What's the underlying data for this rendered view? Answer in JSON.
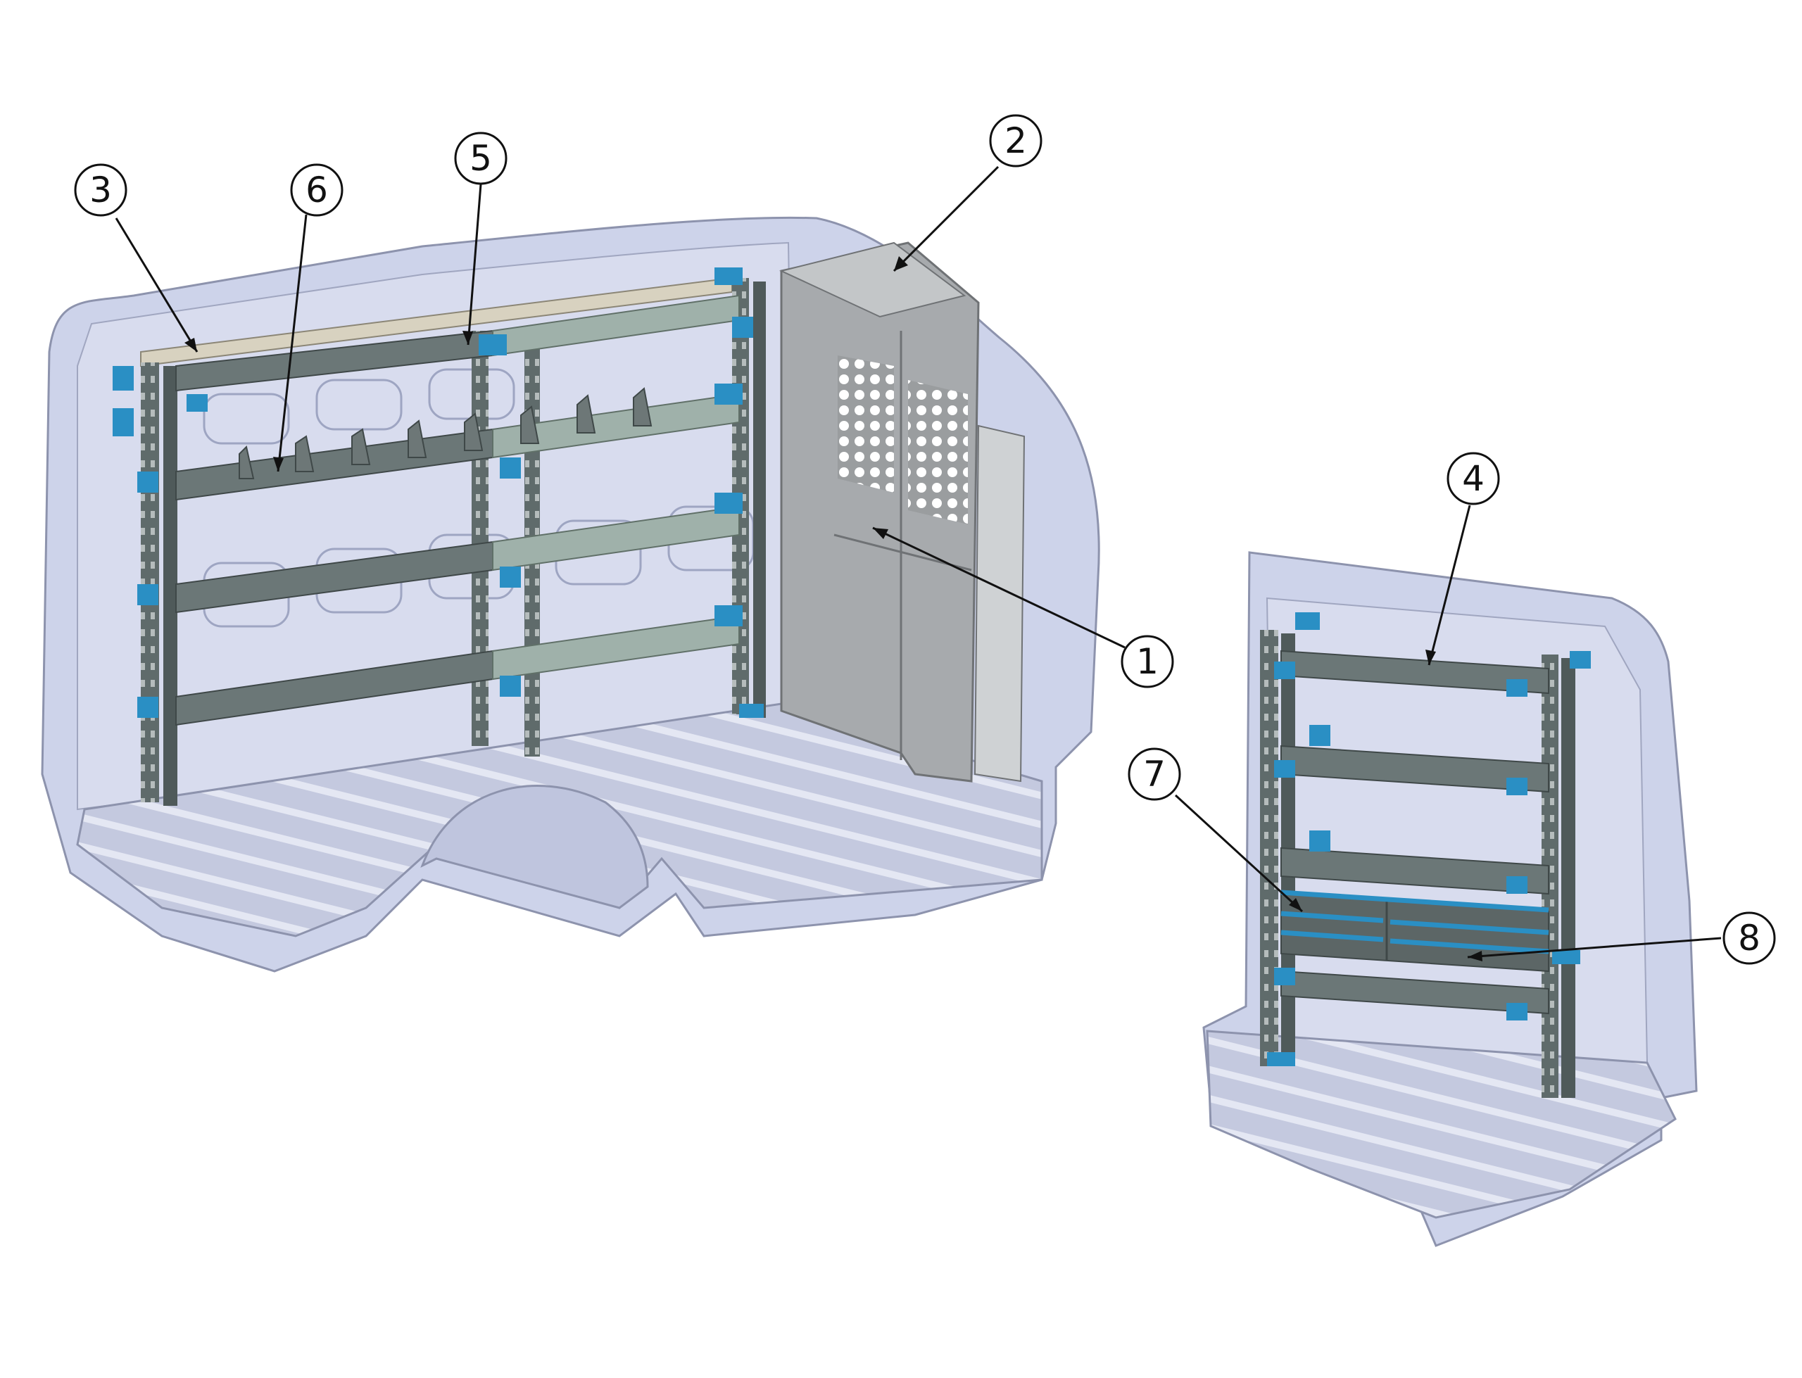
{
  "callouts": [
    {
      "id": "1",
      "label": "1"
    },
    {
      "id": "2",
      "label": "2"
    },
    {
      "id": "3",
      "label": "3"
    },
    {
      "id": "4",
      "label": "4"
    },
    {
      "id": "5",
      "label": "5"
    },
    {
      "id": "6",
      "label": "6"
    },
    {
      "id": "7",
      "label": "7"
    },
    {
      "id": "8",
      "label": "8"
    }
  ],
  "colors": {
    "van_body": "#c9cfe6",
    "van_outline": "#8d93ad",
    "floor": "#b9bfd8",
    "shelf_metal": "#5f6b6b",
    "shelf_light": "#8fa39c",
    "bracket_blue": "#2a8fc4",
    "partition": "#a9acae",
    "background": "#ffffff"
  },
  "icons": {
    "vent_pattern": "perforated-grid"
  }
}
